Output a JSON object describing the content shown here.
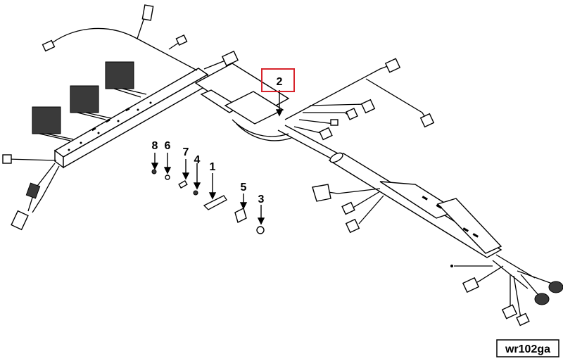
{
  "diagram": {
    "reference_code": "wr102ga",
    "highlight_color": "#d7232b",
    "callouts": [
      {
        "id": "1",
        "label": "1"
      },
      {
        "id": "2",
        "label": "2"
      },
      {
        "id": "3",
        "label": "3"
      },
      {
        "id": "4",
        "label": "4"
      },
      {
        "id": "5",
        "label": "5"
      },
      {
        "id": "6",
        "label": "6"
      },
      {
        "id": "7",
        "label": "7"
      },
      {
        "id": "8",
        "label": "8"
      }
    ],
    "highlighted_callout": "2"
  }
}
